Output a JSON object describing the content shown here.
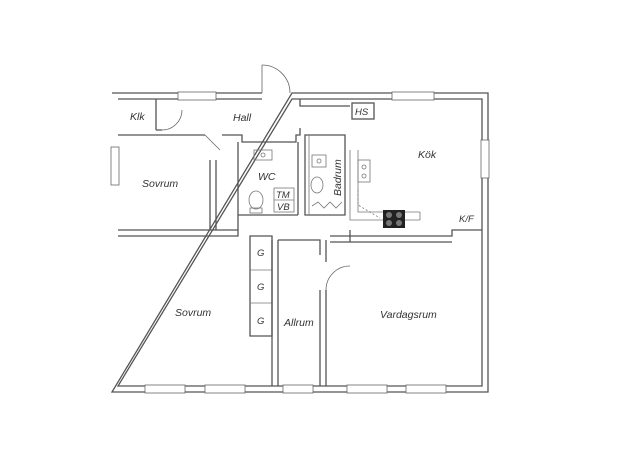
{
  "labels": {
    "klk": "Klk",
    "hall": "Hall",
    "hs": "HS",
    "kok": "Kök",
    "wc": "WC",
    "tm": "TM",
    "vb": "VB",
    "badrum": "Badrum",
    "sovrum_small": "Sovrum",
    "kf": "K/F",
    "g1": "G",
    "g2": "G",
    "g3": "G",
    "sovrum_large": "Sovrum",
    "allrum": "Allrum",
    "vardagsrum": "Vardagsrum"
  }
}
